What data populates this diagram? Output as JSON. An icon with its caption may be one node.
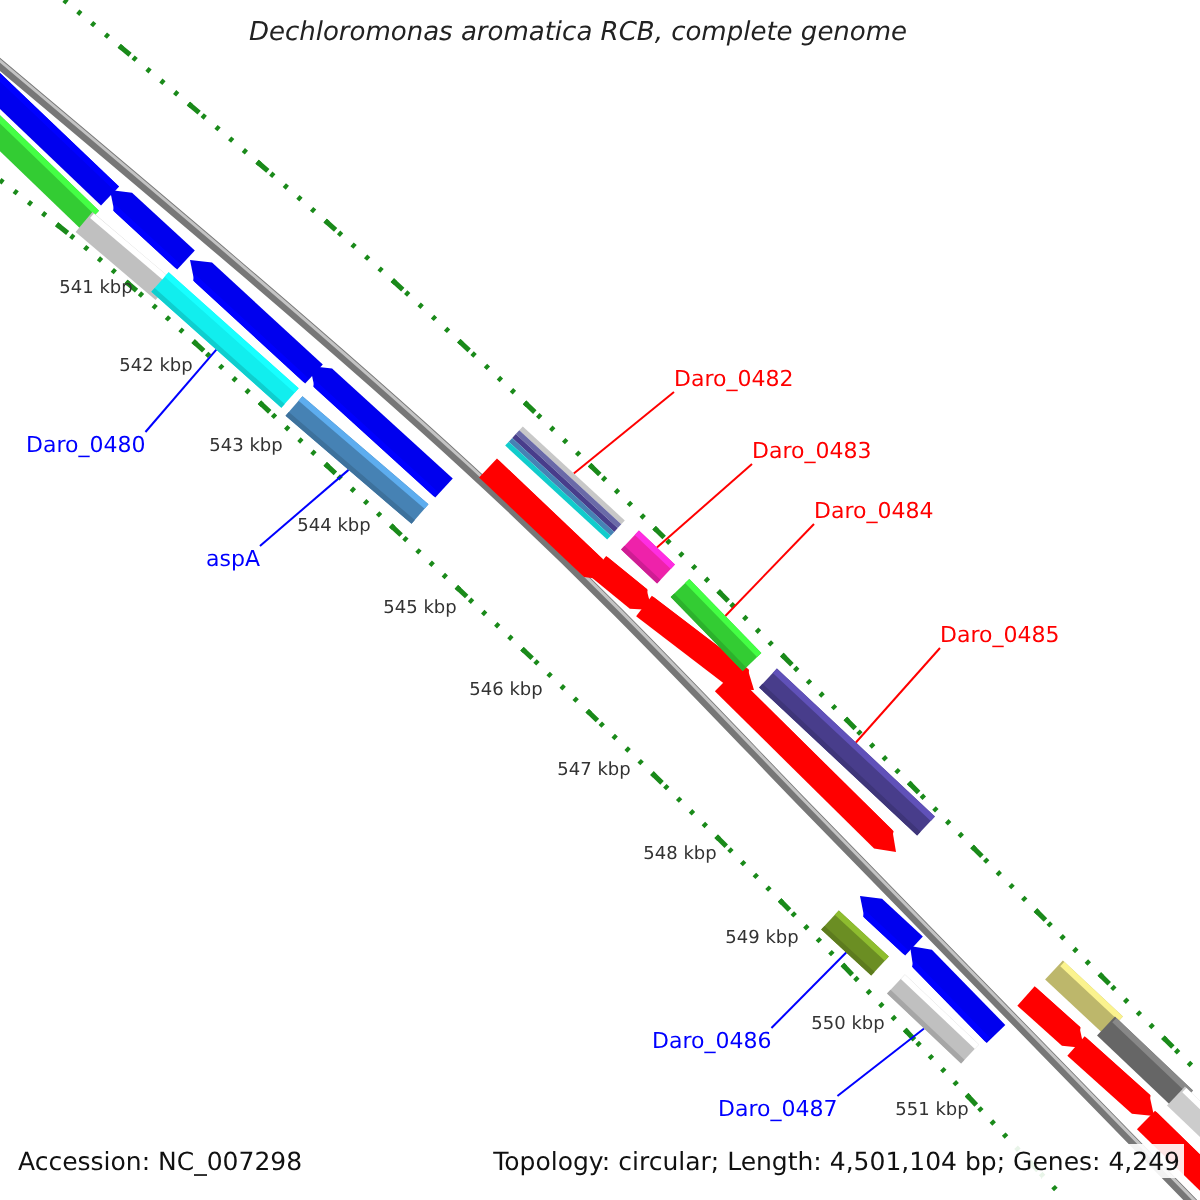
{
  "diagram": {
    "title": "Dechloromonas aromatica RCB, complete genome",
    "nodes": [
      {
        "text": [
          "Daro_0480"
        ]
      },
      {
        "text": [],
        "shape": "bar"
      },
      {
        "text": [
          "aspA"
        ]
      },
      {
        "text": [],
        "shape": "bar"
      },
      {
        "text": [
          "Daro_0482"
        ]
      },
      {
        "text": [],
        "shape": "bar"
      },
      {
        "text": [
          "Daro_0483"
        ]
      },
      {
        "text": [],
        "shape": "bar"
      },
      {
        "text": [
          "Daro_0484"
        ]
      },
      {
        "text": [],
        "shape": "bar"
      },
      {
        "text": [
          "Daro_0485"
        ]
      },
      {
        "text": [],
        "shape": "bar"
      },
      {
        "text": [
          "Daro_0486"
        ]
      },
      {
        "text": [],
        "shape": "bar"
      },
      {
        "text": [
          "Daro_0487"
        ]
      },
      {
        "text": [],
        "shape": "bar"
      }
    ],
    "edges": [
      {
        "from": 0,
        "to": 1,
        "arrow": "none",
        "color": "#0000ff"
      },
      {
        "from": 2,
        "to": 3,
        "arrow": "none",
        "color": "#0000ff"
      },
      {
        "from": 4,
        "to": 5,
        "arrow": "none",
        "color": "#ff0000"
      },
      {
        "from": 6,
        "to": 7,
        "arrow": "none",
        "color": "#ff0000"
      },
      {
        "from": 8,
        "to": 9,
        "arrow": "none",
        "color": "#ff0000"
      },
      {
        "from": 10,
        "to": 11,
        "arrow": "none",
        "color": "#ff0000"
      },
      {
        "from": 12,
        "to": 13,
        "arrow": "none",
        "color": "#0000ff"
      },
      {
        "from": 14,
        "to": 15,
        "arrow": "none",
        "color": "#0000ff"
      }
    ],
    "labels": [
      "541 kbp",
      "542 kbp",
      "543 kbp",
      "544 kbp",
      "545 kbp",
      "546 kbp",
      "547 kbp",
      "548 kbp",
      "549 kbp",
      "550 kbp",
      "551 kbp",
      "Accession: NC_007298",
      "Topology: circular; Length: 4,501,104 bp; Genes: 4,249"
    ]
  }
}
